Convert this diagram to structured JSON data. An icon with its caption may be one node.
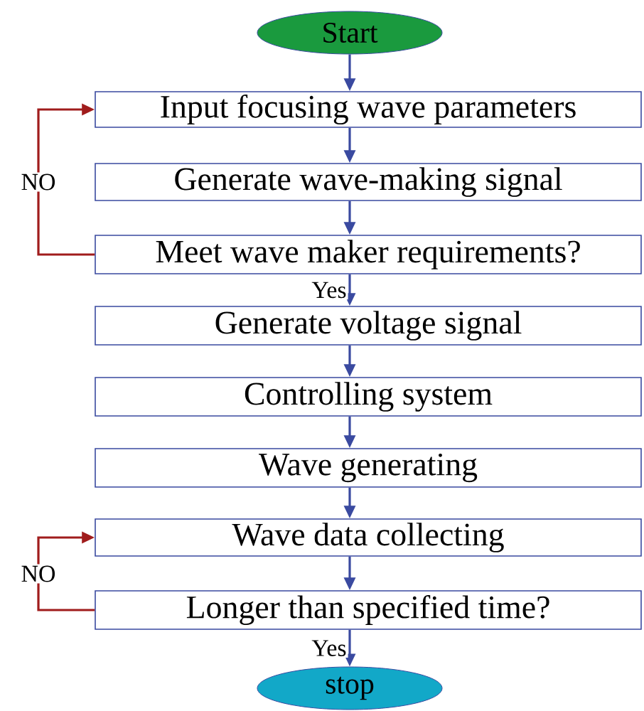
{
  "diagram": {
    "nodes": [
      {
        "text": [
          "Start"
        ]
      },
      {
        "text": [
          "Input focusing wave parameters"
        ]
      },
      {
        "text": [
          "Generate wave-making signal"
        ]
      },
      {
        "text": [
          "Meet wave maker requirements?"
        ]
      },
      {
        "text": [
          "Generate voltage signal"
        ]
      },
      {
        "text": [
          "Controlling system"
        ]
      },
      {
        "text": [
          "Wave generating"
        ]
      },
      {
        "text": [
          "Wave data collecting"
        ]
      },
      {
        "text": [
          "Longer than specified time?"
        ]
      },
      {
        "text": [
          "stop"
        ]
      }
    ],
    "edges": [
      {
        "from": 0,
        "to": 1,
        "arrow": "to"
      },
      {
        "from": 1,
        "to": 2,
        "arrow": "to"
      },
      {
        "from": 2,
        "to": 3,
        "arrow": "to"
      },
      {
        "from": 3,
        "to": 1,
        "arrow": "to",
        "label": "NO",
        "color": "#a01c1c"
      },
      {
        "from": 3,
        "to": 4,
        "arrow": "to",
        "label": "Yes"
      },
      {
        "from": 4,
        "to": 5,
        "arrow": "to"
      },
      {
        "from": 5,
        "to": 6,
        "arrow": "to"
      },
      {
        "from": 6,
        "to": 7,
        "arrow": "to"
      },
      {
        "from": 7,
        "to": 8,
        "arrow": "to"
      },
      {
        "from": 8,
        "to": 7,
        "arrow": "to",
        "label": "NO",
        "color": "#a01c1c"
      },
      {
        "from": 8,
        "to": 9,
        "arrow": "to",
        "label": "Yes"
      }
    ]
  }
}
